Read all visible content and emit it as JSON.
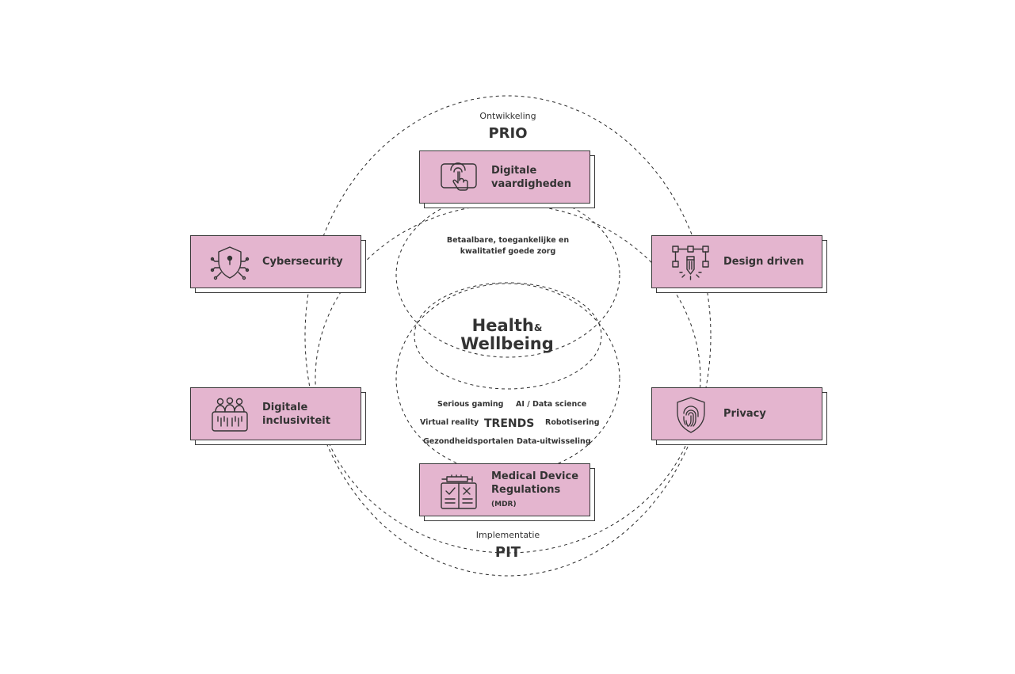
{
  "top": {
    "subtitle": "Ontwikkeling",
    "title": "PRIO"
  },
  "bottom": {
    "subtitle": "Implementatie",
    "title": "PIT"
  },
  "center_note": {
    "line1": "Betaalbare, toegankelijke en",
    "line2": "kwalitatief goede zorg"
  },
  "core": {
    "word1": "Health",
    "amp": "&",
    "word2": "Wellbeing"
  },
  "trends": {
    "title": "TRENDS",
    "items": [
      "Serious gaming",
      "AI / Data science",
      "Virtual reality",
      "Robotisering",
      "Gezondheidsportalen",
      "Data-uitwisseling"
    ]
  },
  "cards": {
    "digitale_vaardigheden": {
      "line1": "Digitale",
      "line2": "vaardigheden",
      "icon": "touch-screen-icon"
    },
    "cybersecurity": {
      "line1": "Cybersecurity",
      "icon": "shield-lock-icon"
    },
    "design_driven": {
      "line1": "Design driven",
      "icon": "design-pen-icon"
    },
    "digitale_inclusiviteit": {
      "line1": "Digitale",
      "line2": "inclusiviteit",
      "icon": "people-group-icon"
    },
    "privacy": {
      "line1": "Privacy",
      "icon": "fingerprint-shield-icon"
    },
    "mdr": {
      "line1": "Medical Device",
      "line2": "Regulations",
      "sub": "(MDR)",
      "icon": "checklist-syringe-icon"
    }
  },
  "colors": {
    "card_fill": "#e4b5cf",
    "stroke": "#3a3a3a",
    "text": "#333333"
  }
}
